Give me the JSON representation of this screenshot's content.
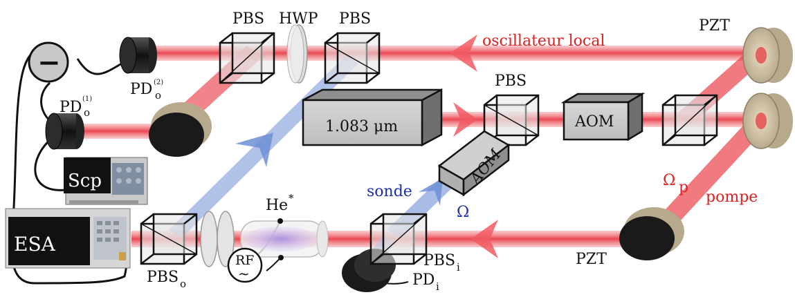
{
  "labels": {
    "pbs": "PBS",
    "hwp": "HWP",
    "pzt": "PZT",
    "aom": "AOM",
    "laser": "1.083 μm",
    "oscillateur": "oscillateur local",
    "sonde": "sonde",
    "pompe": "pompe",
    "omega": "Ω",
    "omega_p_main": "Ω",
    "omega_p_sub": "p",
    "pd_main": "PD",
    "pd_sub_o": "o",
    "pd_sup_1": "(1)",
    "pd_sup_2": "(2)",
    "pd_sub_i": "i",
    "pbs_sub_o": "o",
    "pbs_sub_i": "i",
    "he": "He",
    "he_sup": "*",
    "rf": "RF",
    "rf_wave": "~",
    "scp": "Scp",
    "esa": "ESA",
    "minus": "−"
  },
  "colors": {
    "red_beam": "#e8323c",
    "blue_beam": "#6f8fd6",
    "red_text": "#e02020",
    "blue_text": "#1c2fae"
  }
}
